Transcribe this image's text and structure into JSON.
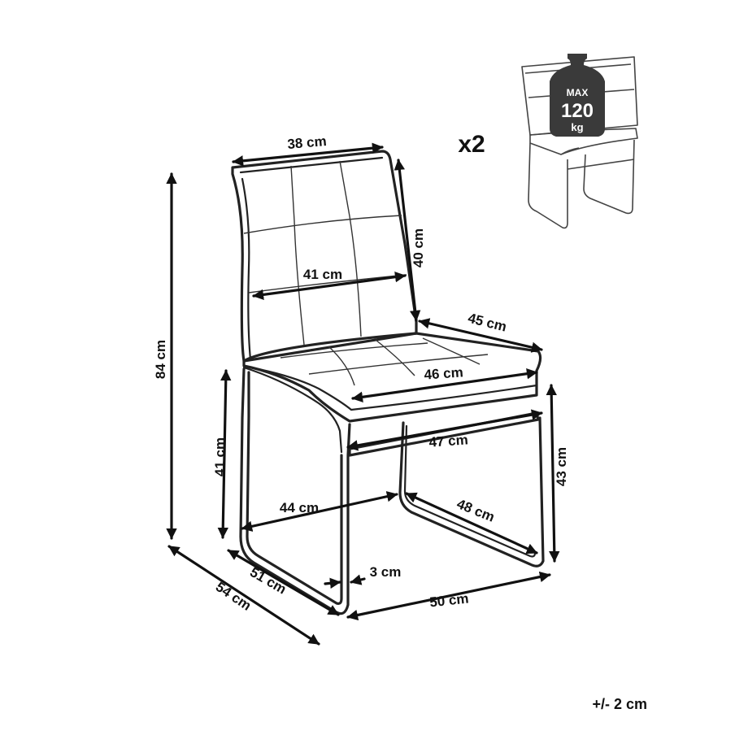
{
  "dimensions": {
    "back_width": "38 cm",
    "back_height": "40 cm",
    "back_lower_width": "41 cm",
    "seat_depth": "45 cm",
    "seat_width": "46 cm",
    "total_height": "84 cm",
    "seat_front_height": "41 cm",
    "base_width": "47 cm",
    "seat_height": "43 cm",
    "base_inner_width": "44 cm",
    "base_depth": "48 cm",
    "depth_total_inner": "51 cm",
    "depth_total": "54 cm",
    "tube": "3 cm",
    "base_front_width": "50 cm"
  },
  "quantity": "x2",
  "max_load": {
    "label": "MAX",
    "value": "120",
    "unit": "kg"
  },
  "tolerance": "+/- 2 cm"
}
